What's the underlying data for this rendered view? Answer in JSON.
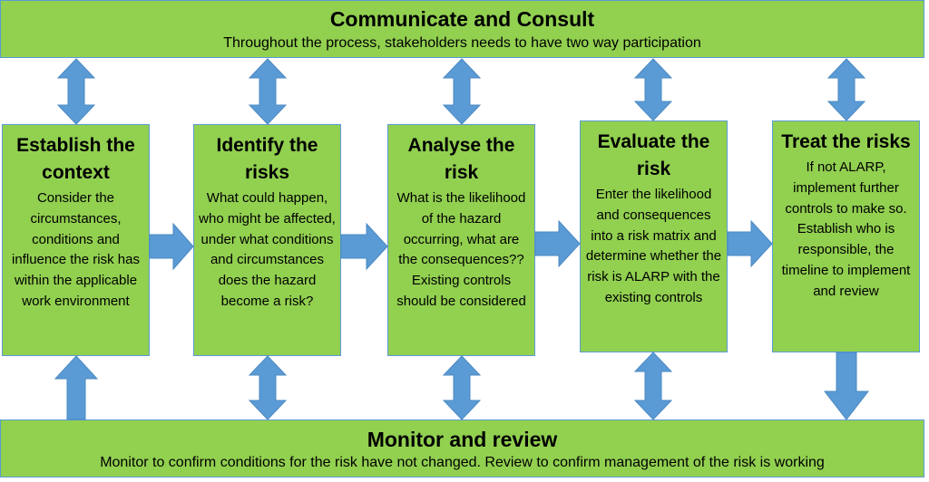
{
  "top_bar": {
    "title": "Communicate and Consult",
    "subtitle": "Throughout the process, stakeholders needs to have two way participation"
  },
  "steps": [
    {
      "title": "Establish the context",
      "description": "Consider the circumstances, conditions and influence the risk has within the applicable work environment"
    },
    {
      "title": "Identify the risks",
      "description": "What could happen, who might be affected, under what conditions and circumstances does the hazard become a risk?"
    },
    {
      "title": "Analyse the risk",
      "description": "What is the likelihood of the hazard occurring, what are the consequences?? Existing controls should be considered"
    },
    {
      "title": "Evaluate the risk",
      "description": "Enter the likelihood and consequences into a risk matrix and determine whether the risk is ALARP with the existing controls"
    },
    {
      "title": "Treat the risks",
      "description": "If not ALARP, implement further controls to make so. Establish who is responsible, the timeline to implement and review"
    }
  ],
  "bottom_bar": {
    "title": "Monitor and review",
    "subtitle": "Monitor to confirm conditions for the risk have not changed. Review to confirm management of the risk is working"
  },
  "colors": {
    "box_fill": "#92d050",
    "box_border": "#5b9bd5",
    "arrow_fill": "#5b9bd5"
  }
}
